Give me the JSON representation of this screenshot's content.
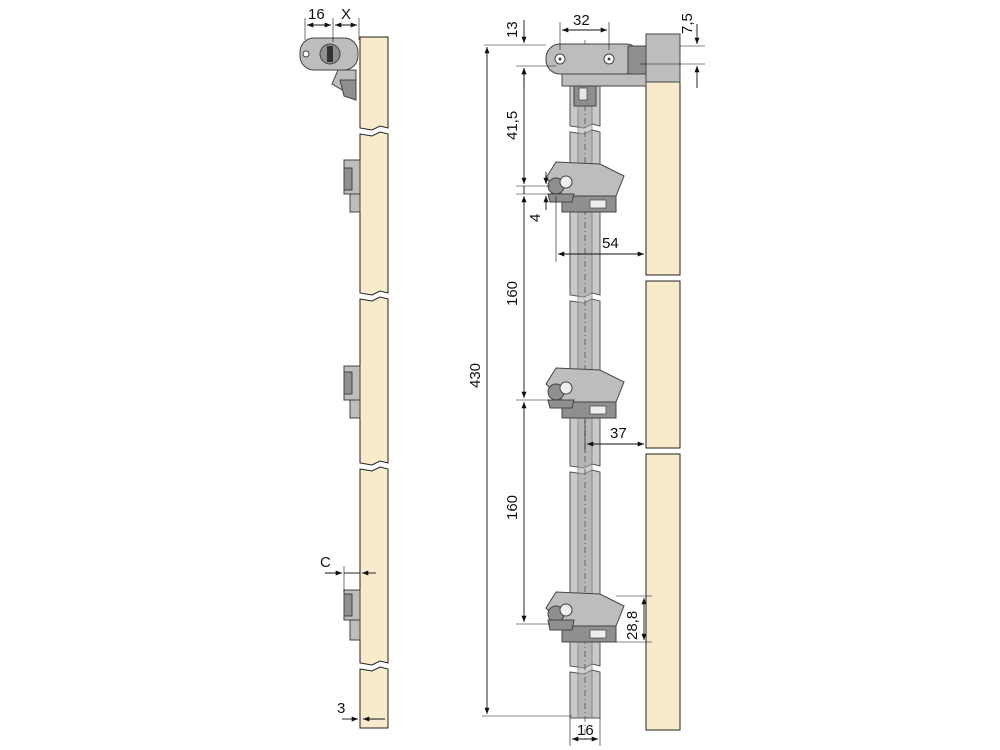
{
  "labels": {
    "d16_top": "16",
    "x_top": "X",
    "c_label": "C",
    "d3": "3",
    "d13": "13",
    "d32": "32",
    "d7_5": "7,5",
    "d41_5": "41,5",
    "d4": "4",
    "d54": "54",
    "d160_a": "160",
    "d430": "430",
    "d37": "37",
    "d160_b": "160",
    "d28_8": "28,8",
    "d16_bottom": "16"
  },
  "colors": {
    "panel": "#f8ebcc",
    "metal": "#a8a8a8"
  }
}
